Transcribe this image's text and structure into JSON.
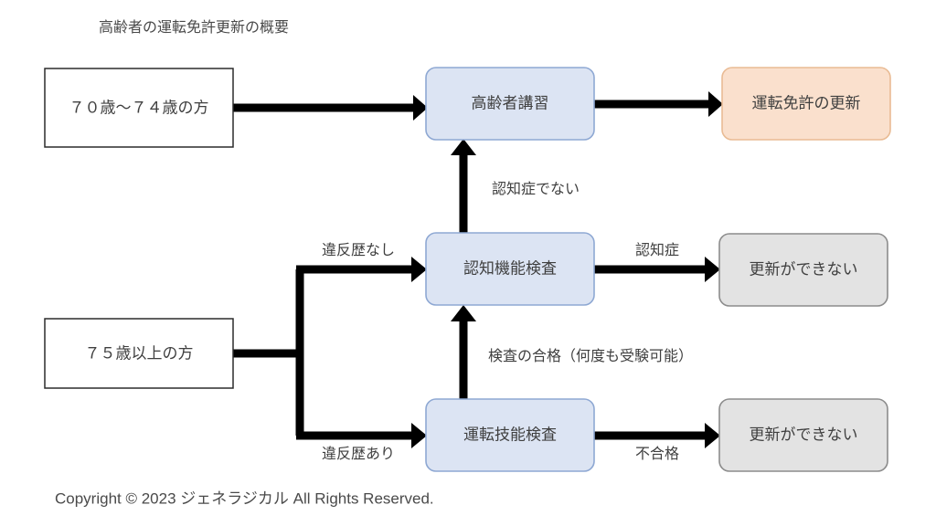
{
  "diagram": {
    "title": "高齢者の運転免許更新の概要",
    "footer": "Copyright © 2023 ジェネラジカル All Rights Reserved.",
    "colors": {
      "plain_fill": "#ffffff",
      "plain_stroke": "#2b2b2b",
      "blue_fill": "#dce4f3",
      "blue_stroke": "#8ea8d3",
      "peach_fill": "#fae0cd",
      "peach_stroke": "#e9bb94",
      "gray_fill": "#e3e3e3",
      "gray_stroke": "#8c8c8c",
      "connector": "#000000",
      "text": "#3f3f3f"
    },
    "nodes": [
      {
        "id": "age70",
        "label": "７０歳〜７４歳の方",
        "style": "plain"
      },
      {
        "id": "age75",
        "label": "７５歳以上の方",
        "style": "plain"
      },
      {
        "id": "koureisha",
        "label": "高齢者講習",
        "style": "blue"
      },
      {
        "id": "ninchi",
        "label": "認知機能検査",
        "style": "blue"
      },
      {
        "id": "ginou",
        "label": "運転技能検査",
        "style": "blue"
      },
      {
        "id": "koushin",
        "label": "運転免許の更新",
        "style": "peach"
      },
      {
        "id": "nogo_top",
        "label": "更新ができない",
        "style": "gray"
      },
      {
        "id": "nogo_bottom",
        "label": "更新ができない",
        "style": "gray"
      }
    ],
    "edges": [
      {
        "id": "e1",
        "from": "age70",
        "to": "koureisha",
        "label": ""
      },
      {
        "id": "e2",
        "from": "koureisha",
        "to": "koushin",
        "label": ""
      },
      {
        "id": "e3",
        "from": "ninchi",
        "to": "koureisha",
        "label": "認知症でない"
      },
      {
        "id": "e4",
        "from": "age75",
        "to": "ninchi",
        "label": "違反歴なし"
      },
      {
        "id": "e5",
        "from": "ninchi",
        "to": "nogo_top",
        "label": "認知症"
      },
      {
        "id": "e6",
        "from": "age75",
        "to": "ginou",
        "label": "違反歴あり"
      },
      {
        "id": "e7",
        "from": "ginou",
        "to": "ninchi",
        "label": "検査の合格（何度も受験可能）"
      },
      {
        "id": "e8",
        "from": "ginou",
        "to": "nogo_bottom",
        "label": "不合格"
      }
    ]
  }
}
